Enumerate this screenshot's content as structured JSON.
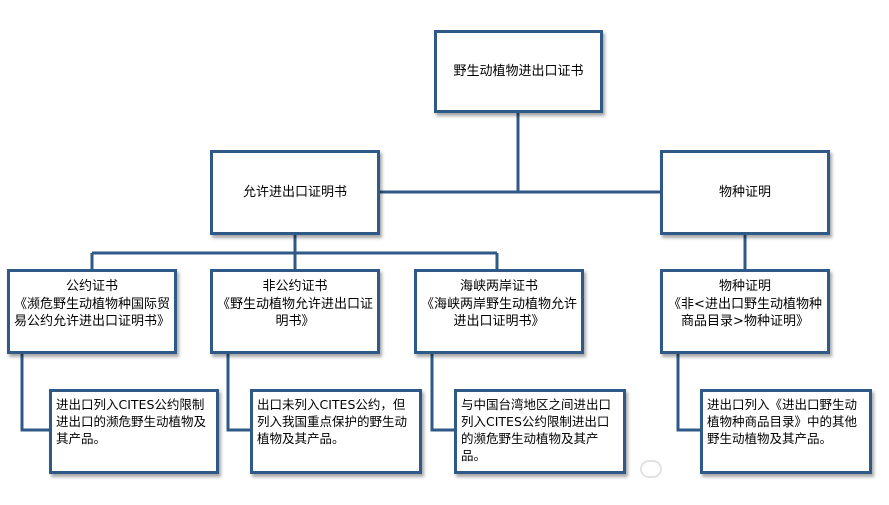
{
  "root": {
    "label": "野生动植物进出口证书"
  },
  "level1": {
    "permit": {
      "label": "允许进出口证明书"
    },
    "species": {
      "label": "物种证明"
    }
  },
  "level2": [
    {
      "title": "公约证书",
      "subtitle": "《濒危野生动植物种国际贸易公约允许进出口证明书》"
    },
    {
      "title": "非公约证书",
      "subtitle": "《野生动植物允许进出口证明书》"
    },
    {
      "title": "海峡两岸证书",
      "subtitle": "《海峡两岸野生动植物允许进出口证明书》"
    },
    {
      "title": "物种证明",
      "subtitle": "《非<进出口野生动植物种商品目录>物种证明》"
    }
  ],
  "descriptions": [
    "进出口列入CITES公约限制进出口的濒危野生动植物及其产品。",
    "出口未列入CITES公约，但列入我国重点保护的野生动植物及其产品。",
    "与中国台湾地区之间进出口列入CITES公约限制进出口的濒危野生动植物及其产品。",
    "进出口列入《进出口野生动植物种商品目录》中的其他野生动植物及其产品。"
  ],
  "colors": {
    "border": "#2f5a87",
    "connector": "#2f5a87"
  }
}
